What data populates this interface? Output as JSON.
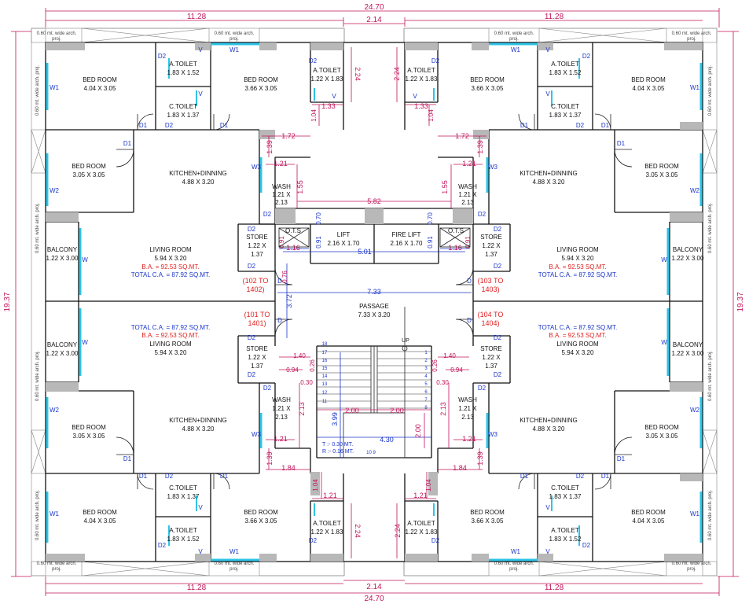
{
  "colors": {
    "wall": "#111111",
    "room_text": "#111111",
    "dimension": "#c0145a",
    "inner_dimension": "#1a35c9",
    "area_red": "#e02020",
    "area_blue": "#1a35c9",
    "door_label": "#1a35c9",
    "window_glass": "#2ec4e6",
    "column_fill": "#b8b8b8"
  },
  "overall_dimensions": {
    "width": "24.70",
    "depth": "19.37",
    "wing_width": "11.28",
    "center_gap": "2.14"
  },
  "units": {
    "top_left": "(102 TO\n1402)",
    "top_right": "(103 TO\n1403)",
    "bottom_left": "(101 TO\n1401)",
    "bottom_right": "(104 TO\n1404)"
  },
  "rooms": {
    "bed_room": "BED ROOM",
    "bed_404": "4.04 X 3.05",
    "bed_366": "3.66 X 3.05",
    "bed_305": "3.05 X 3.05",
    "a_toilet": "A.TOILET",
    "a_toilet_183": "1.83 X 1.52",
    "a_toilet_122": "1.22 X 1.83",
    "c_toilet": "C.TOILET",
    "c_toilet_dim": "1.83 X 1.37",
    "kitchen": "KITCHEN+DINNING",
    "kitchen_dim": "4.88 X 3.20",
    "living": "LIVING ROOM",
    "living_dim": "5.94 X 3.20",
    "balcony": "BALCONY",
    "balcony_dim": "1.22 X 3.00",
    "wash": "WASH",
    "wash_dim_a": "1.21 X",
    "wash_dim_b": "2.13",
    "store": "STORE",
    "store_dim_a": "1.22 X",
    "store_dim_b": "1.37",
    "ots": "O.T.S",
    "lift": "LIFT",
    "lift_dim": "2.16 X 1.70",
    "fire_lift": "FIRE LIFT",
    "fire_lift_dim": "2.16 X 1.70",
    "passage": "PASSAGE",
    "passage_dim": "7.33 X 3.20"
  },
  "areas": {
    "ba": "B.A. = 92.53 SQ.MT.",
    "ca": "TOTAL C.A. = 87.92 SQ.MT."
  },
  "labels": {
    "proj": "0.60 mt. wide arch.",
    "proj2": "proj.",
    "proj_v": "0.60 mt. wide arch. proj.",
    "up": "UP",
    "tread": "T :- 0.30 MT.",
    "riser": "R :- 0.16 MT."
  },
  "door_tags": [
    "D1",
    "D2",
    "W",
    "W1",
    "W2",
    "W3",
    "V",
    "D"
  ],
  "inner_dims": {
    "d172": "1.72",
    "d139": "1.39",
    "d121": "1.21",
    "d155": "1.55",
    "d582": "5.82",
    "d501": "5.01",
    "d733": "7.33",
    "d372": "3.72",
    "d116": "1.16",
    "d091": "0.91",
    "d070": "0.70",
    "d076": "0.76",
    "d133": "1.33",
    "d104": "1.04",
    "d224": "2.24",
    "d140": "1.40",
    "d094": "0.94",
    "d026": "0.26",
    "d030": "0.30",
    "d200": "2.00",
    "d399": "3.99",
    "d430": "4.30",
    "d213": "2.13",
    "d184": "1.84"
  },
  "stair_steps_left": [
    "18",
    "17",
    "16",
    "15",
    "14",
    "13",
    "12",
    "11"
  ],
  "stair_steps_right": [
    "1",
    "2",
    "3",
    "4",
    "5",
    "6",
    "7",
    "8"
  ],
  "stair_bottom": "10  9"
}
